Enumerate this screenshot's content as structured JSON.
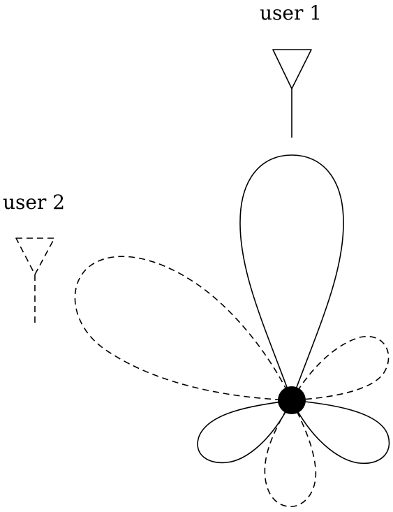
{
  "labels": {
    "user1": "user 1",
    "user2": "user 2"
  },
  "colors": {
    "stroke": "#000000",
    "background": "#ffffff"
  },
  "icons": {
    "user1_antenna": "antenna-icon",
    "user2_antenna": "antenna-icon",
    "base_station": "base-station-node"
  },
  "line_styles": {
    "user1_beam": "solid",
    "user2_beam": "dashed"
  }
}
